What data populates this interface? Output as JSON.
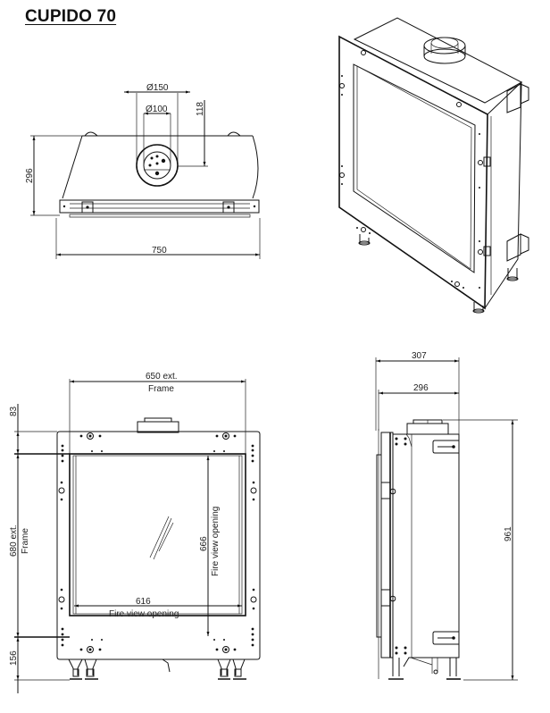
{
  "title": "CUPIDO 70",
  "top_view": {
    "outer_flue_diameter": "Ø150",
    "inner_flue_diameter": "Ø100",
    "flue_offset": "118",
    "depth": "296",
    "width": "750"
  },
  "front_view": {
    "frame_width_value": "650 ext.",
    "frame_width_label": "Frame",
    "top_margin": "83",
    "frame_height_value": "680 ext.",
    "frame_height_label": "Frame",
    "opening_width_value": "616",
    "opening_width_label": "Fire view opening",
    "opening_height_value": "666",
    "opening_height_label": "Fire view opening",
    "bottom_margin": "156"
  },
  "side_view": {
    "overall_depth": "307",
    "body_depth": "296",
    "overall_height": "961"
  },
  "colors": {
    "line": "#111111",
    "text": "#222222",
    "background": "#ffffff"
  }
}
